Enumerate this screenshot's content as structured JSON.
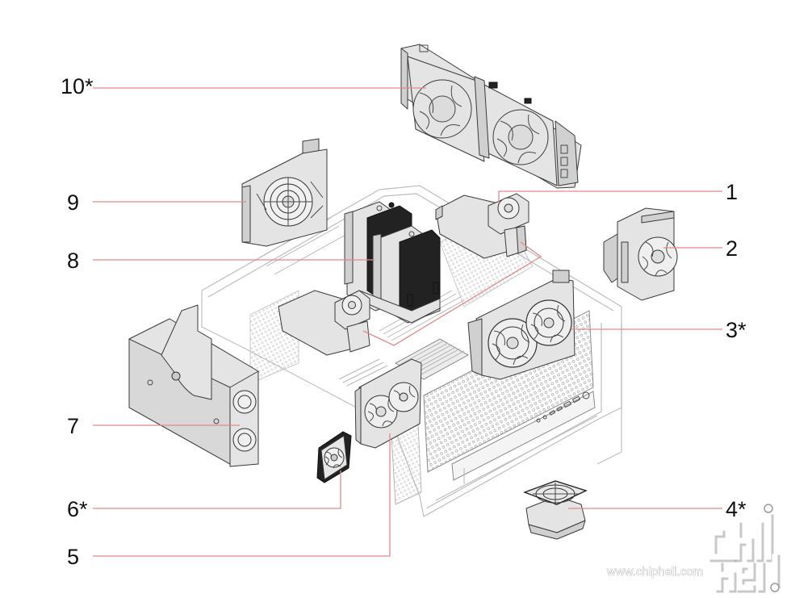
{
  "diagram": {
    "type": "exploded-parts-locator",
    "leader_color": "#e08a8a",
    "callouts": [
      {
        "id": "10",
        "label": "10*",
        "side": "left"
      },
      {
        "id": "9",
        "label": "9",
        "side": "left"
      },
      {
        "id": "8",
        "label": "8",
        "side": "left"
      },
      {
        "id": "7",
        "label": "7",
        "side": "left"
      },
      {
        "id": "6",
        "label": "6*",
        "side": "left"
      },
      {
        "id": "5",
        "label": "5",
        "side": "left"
      },
      {
        "id": "1",
        "label": "1",
        "side": "right"
      },
      {
        "id": "2",
        "label": "2",
        "side": "right"
      },
      {
        "id": "3",
        "label": "3*",
        "side": "right"
      },
      {
        "id": "4",
        "label": "4*",
        "side": "right"
      }
    ]
  },
  "watermark": {
    "site": "www.chiphell.com",
    "logo_text": "chip hell"
  }
}
